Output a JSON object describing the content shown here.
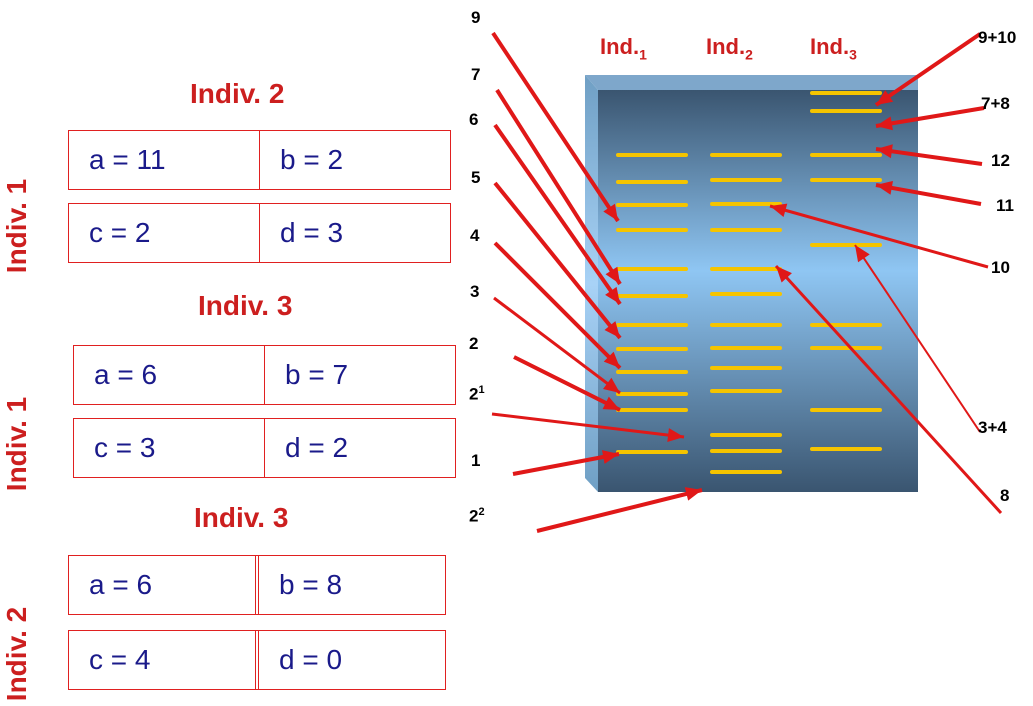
{
  "tables": [
    {
      "col_header": "Indiv. 2",
      "row_header": "Indiv. 1",
      "a": "a = 11",
      "b": "b = 2",
      "c": "c = 2",
      "d": "d = 3"
    },
    {
      "col_header": "Indiv. 3",
      "row_header": "Indiv. 1",
      "a": "a = 6",
      "b": "b = 7",
      "c": "c = 3",
      "d": "d = 2"
    },
    {
      "col_header": "Indiv. 3",
      "row_header": "Indiv. 2",
      "a": "a = 6",
      "b": "b = 8",
      "c": "c = 4",
      "d": "d = 0"
    }
  ],
  "gel": {
    "lanes": [
      {
        "prefix": "Ind.",
        "sub": "1"
      },
      {
        "prefix": "Ind.",
        "sub": "2"
      },
      {
        "prefix": "Ind.",
        "sub": "3"
      }
    ],
    "band_color": "#f5c400",
    "arrow_color": "#e01818"
  },
  "left_labels": [
    "9",
    "7",
    "6",
    "5",
    "4",
    "3",
    "2",
    "2",
    "1",
    "2"
  ],
  "left_label_sups": [
    "",
    "",
    "",
    "",
    "",
    "",
    "",
    "1",
    "",
    "2"
  ],
  "right_labels": [
    "9+10",
    "7+8",
    "12",
    "11",
    "10",
    "3+4",
    "8"
  ]
}
